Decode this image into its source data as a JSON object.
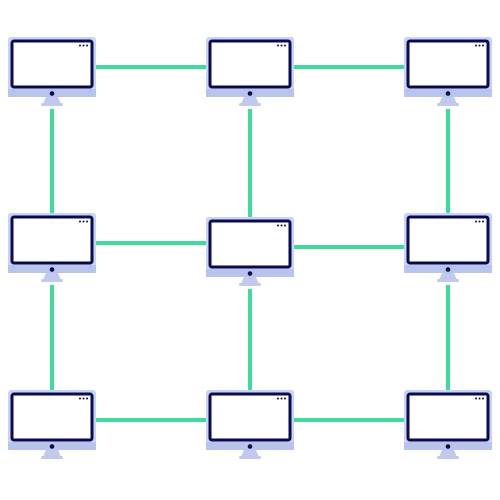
{
  "diagram": {
    "type": "network-grid",
    "nodes": [
      {
        "id": "n00",
        "row": 0,
        "col": 0,
        "icon": "desktop-monitor-icon"
      },
      {
        "id": "n01",
        "row": 0,
        "col": 1,
        "icon": "desktop-monitor-icon"
      },
      {
        "id": "n02",
        "row": 0,
        "col": 2,
        "icon": "desktop-monitor-icon"
      },
      {
        "id": "n10",
        "row": 1,
        "col": 0,
        "icon": "desktop-monitor-icon"
      },
      {
        "id": "n11",
        "row": 1,
        "col": 1,
        "icon": "desktop-monitor-icon"
      },
      {
        "id": "n12",
        "row": 1,
        "col": 2,
        "icon": "desktop-monitor-icon"
      },
      {
        "id": "n20",
        "row": 2,
        "col": 0,
        "icon": "desktop-monitor-icon"
      },
      {
        "id": "n21",
        "row": 2,
        "col": 1,
        "icon": "desktop-monitor-icon"
      },
      {
        "id": "n22",
        "row": 2,
        "col": 2,
        "icon": "desktop-monitor-icon"
      }
    ],
    "edges": [
      [
        "n00",
        "n01"
      ],
      [
        "n01",
        "n02"
      ],
      [
        "n10",
        "n11"
      ],
      [
        "n11",
        "n12"
      ],
      [
        "n20",
        "n21"
      ],
      [
        "n21",
        "n22"
      ],
      [
        "n00",
        "n10"
      ],
      [
        "n10",
        "n20"
      ],
      [
        "n01",
        "n11"
      ],
      [
        "n11",
        "n21"
      ],
      [
        "n02",
        "n12"
      ],
      [
        "n12",
        "n22"
      ]
    ],
    "colors": {
      "link": "#3ddc9b",
      "monitor_bezel": "#c8d4f5",
      "monitor_chin": "#b8c4ec",
      "screen_border": "#0a0a50",
      "screen_fill": "#ffffff",
      "stand": "#c3c8ee",
      "power_dot": "#0a0a50"
    }
  }
}
